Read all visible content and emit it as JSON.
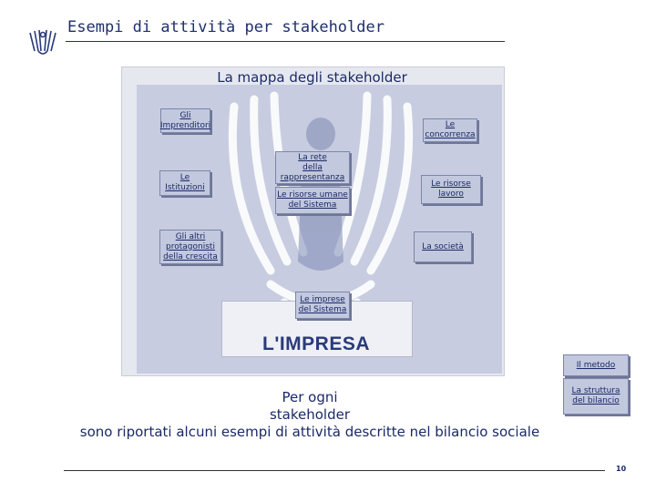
{
  "header": {
    "title": "Esempi di attività per stakeholder"
  },
  "map": {
    "title": "La mappa degli stakeholder",
    "logo_text": "L'IMPRESA",
    "buttons": {
      "imprenditori": [
        "Gli",
        "Imprenditori"
      ],
      "concorrenza": [
        "Le",
        "concorrenza"
      ],
      "rete": [
        "La rete",
        "della",
        "rappresentanza"
      ],
      "istituzioni": [
        "Le",
        "Istituzioni"
      ],
      "risorse_lavoro": [
        "Le risorse",
        "lavoro"
      ],
      "risorse_umane": [
        "Le risorse umane",
        "del Sistema"
      ],
      "altri_protagonisti": [
        "Gli altri",
        "protagonisti",
        "della crescita"
      ],
      "societa": [
        "La società"
      ],
      "imprese_sistema": [
        "Le imprese",
        "del Sistema"
      ]
    }
  },
  "side_buttons": {
    "metodo": [
      "Il metodo"
    ],
    "struttura": [
      "La struttura",
      "del bilancio"
    ]
  },
  "caption": {
    "line1": "Per ogni",
    "line2": "stakeholder",
    "line3": "sono riportati alcuni esempi di attività descritte nel bilancio sociale"
  },
  "footer": {
    "page_number": "10"
  }
}
